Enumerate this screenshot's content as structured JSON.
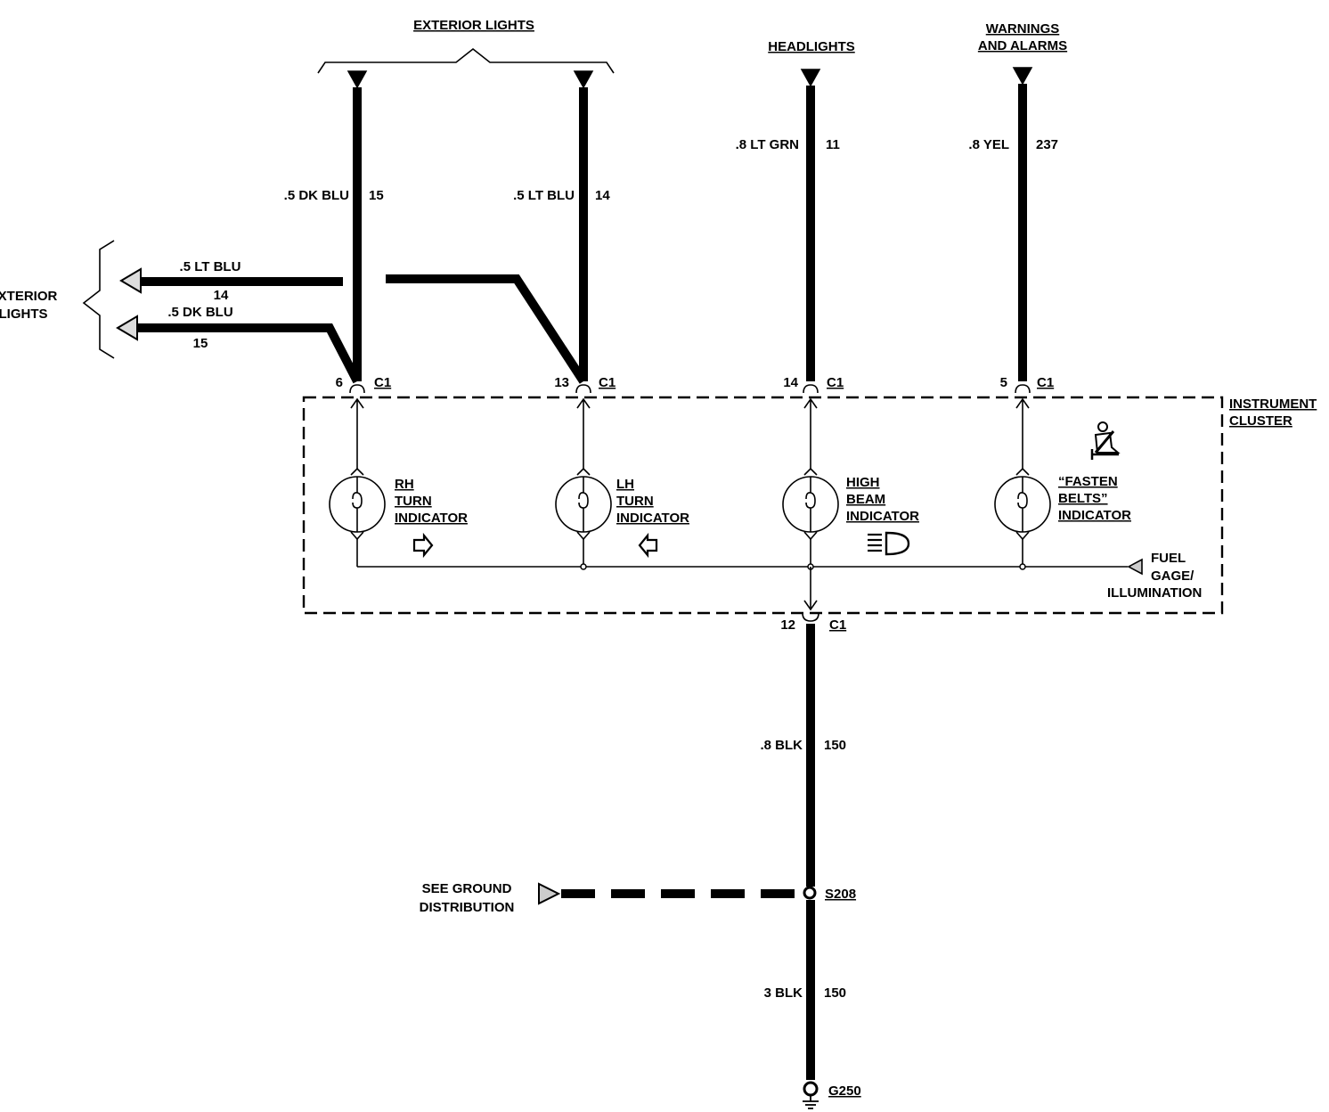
{
  "destinations": {
    "exterior_lights_top": "EXTERIOR LIGHTS",
    "headlights": "HEADLIGHTS",
    "warnings_line1": "WARNINGS",
    "warnings_line2": "AND ALARMS",
    "exterior_left_line1": "EXTERIOR",
    "exterior_left_line2": "LIGHTS",
    "fuel_line1": "FUEL",
    "fuel_line2": "GAGE/",
    "fuel_line3": "ILLUMINATION",
    "ground_line1": "SEE GROUND",
    "ground_line2": "DISTRIBUTION"
  },
  "wires": {
    "w15_top_color": ".5 DK BLU",
    "w15_top_num": "15",
    "w14_top_color": ".5 LT BLU",
    "w14_top_num": "14",
    "w11_color": ".8 LT GRN",
    "w11_num": "11",
    "w237_color": ".8 YEL",
    "w237_num": "237",
    "w14_left_color": ".5 LT BLU",
    "w14_left_num": "14",
    "w15_left_color": ".5 DK BLU",
    "w15_left_num": "15",
    "w150_upper_color": ".8 BLK",
    "w150_upper_num": "150",
    "w150_lower_color": "3 BLK",
    "w150_lower_num": "150"
  },
  "connectors": {
    "c1": "C1",
    "pin_6": "6",
    "pin_13": "13",
    "pin_14": "14",
    "pin_5": "5",
    "pin_12": "12",
    "splice": "S208",
    "ground": "G250"
  },
  "cluster": {
    "label_line1": "INSTRUMENT",
    "label_line2": "CLUSTER",
    "rh_line1": "RH",
    "rh_line2": "TURN",
    "rh_line3": "INDICATOR",
    "lh_line1": "LH",
    "lh_line2": "TURN",
    "lh_line3": "INDICATOR",
    "hb_line1": "HIGH",
    "hb_line2": "BEAM",
    "hb_line3": "INDICATOR",
    "fb_line1": "“FASTEN",
    "fb_line2": "BELTS”",
    "fb_line3": "INDICATOR"
  },
  "colors": {
    "ink": "#000000",
    "paper": "#ffffff"
  }
}
